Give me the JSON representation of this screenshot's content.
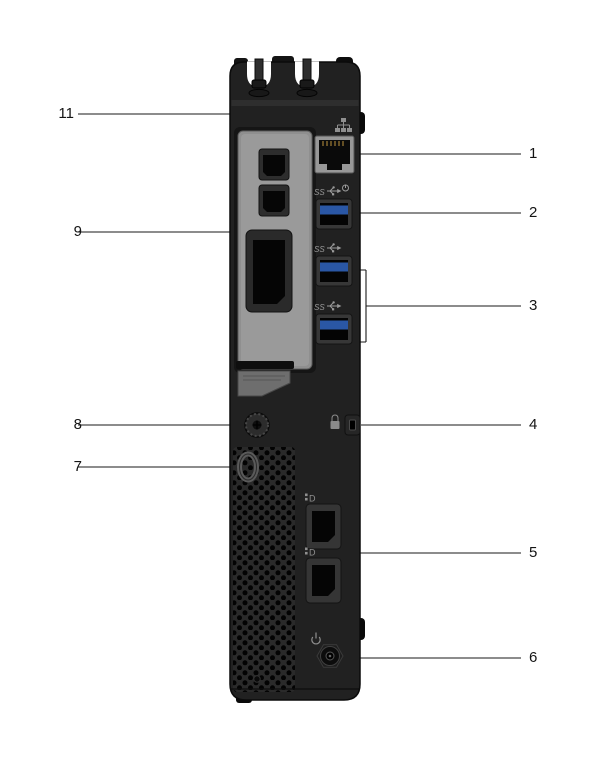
{
  "diagram": {
    "background": "#ffffff",
    "chassis_color": "#212121",
    "bracket_color": "#8f8f8f",
    "usb_blue": "#2a57a5",
    "leader_line_color": "#1a1a1a"
  },
  "callouts": {
    "c1": {
      "label": "1"
    },
    "c2": {
      "label": "2"
    },
    "c3": {
      "label": "3"
    },
    "c4": {
      "label": "4"
    },
    "c5": {
      "label": "5"
    },
    "c6": {
      "label": "6"
    },
    "c7": {
      "label": "7"
    },
    "c8": {
      "label": "8"
    },
    "c9": {
      "label": "9"
    },
    "c11": {
      "label": "11"
    }
  },
  "icons": {
    "usb_ss": "SS",
    "displayport": "D"
  }
}
